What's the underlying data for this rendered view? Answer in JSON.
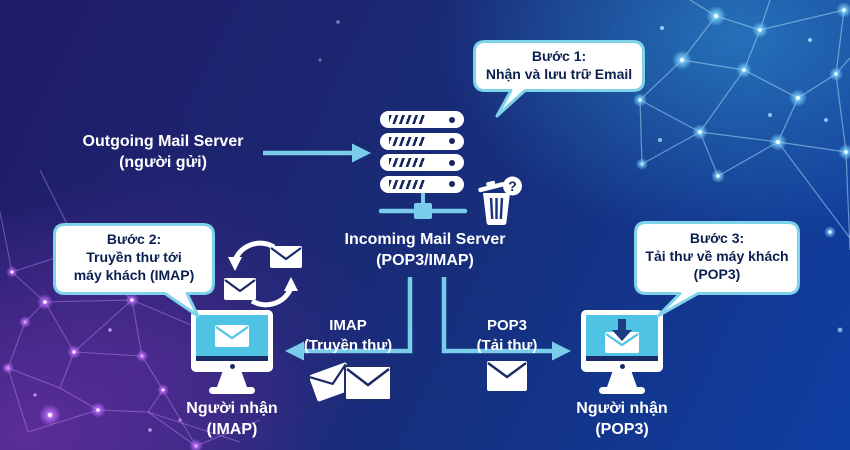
{
  "colors": {
    "background_top_left": "#201c69",
    "background_bottom_right": "#0f3fa3",
    "background_top_right_glow": "#2673b9",
    "background_bottom_left_glow": "#5c2d98",
    "accent_cyan": "#79cdea",
    "bubble_border": "#7ed3ea",
    "bubble_text": "#0b2050",
    "screen_blue": "#4fc3e4",
    "dark_navy": "#1b2a66",
    "white": "#ffffff"
  },
  "bubbles": {
    "step1": {
      "line1": "Bước 1:",
      "line2": "Nhận và lưu trữ Email"
    },
    "step2": {
      "line1": "Bước 2:",
      "line2": "Truyền thư tới",
      "line3": "máy khách (IMAP)"
    },
    "step3": {
      "line1": "Bước 3:",
      "line2": "Tải thư về máy khách",
      "line3": "(POP3)"
    }
  },
  "labels": {
    "outgoing_server": {
      "line1": "Outgoing Mail Server",
      "line2": "(người gửi)"
    },
    "incoming_server": {
      "line1": "Incoming Mail Server",
      "line2": "(POP3/IMAP)"
    },
    "imap_flow": {
      "line1": "IMAP",
      "line2": "(Truyền thư)"
    },
    "pop3_flow": {
      "line1": "POP3",
      "line2": "(Tải thư)"
    },
    "receiver_imap": {
      "line1": "Người nhận",
      "line2": "(IMAP)"
    },
    "receiver_pop3": {
      "line1": "Người nhận",
      "line2": "(POP3)"
    }
  },
  "icons": {
    "trash_badge_glyph": "?",
    "server": "server-rack",
    "trash": "trash-can-question",
    "mail_sync": "envelopes-sync-arrows",
    "mail": "envelope",
    "mail_download": "envelope-download-arrow",
    "client": "desktop-monitor"
  }
}
